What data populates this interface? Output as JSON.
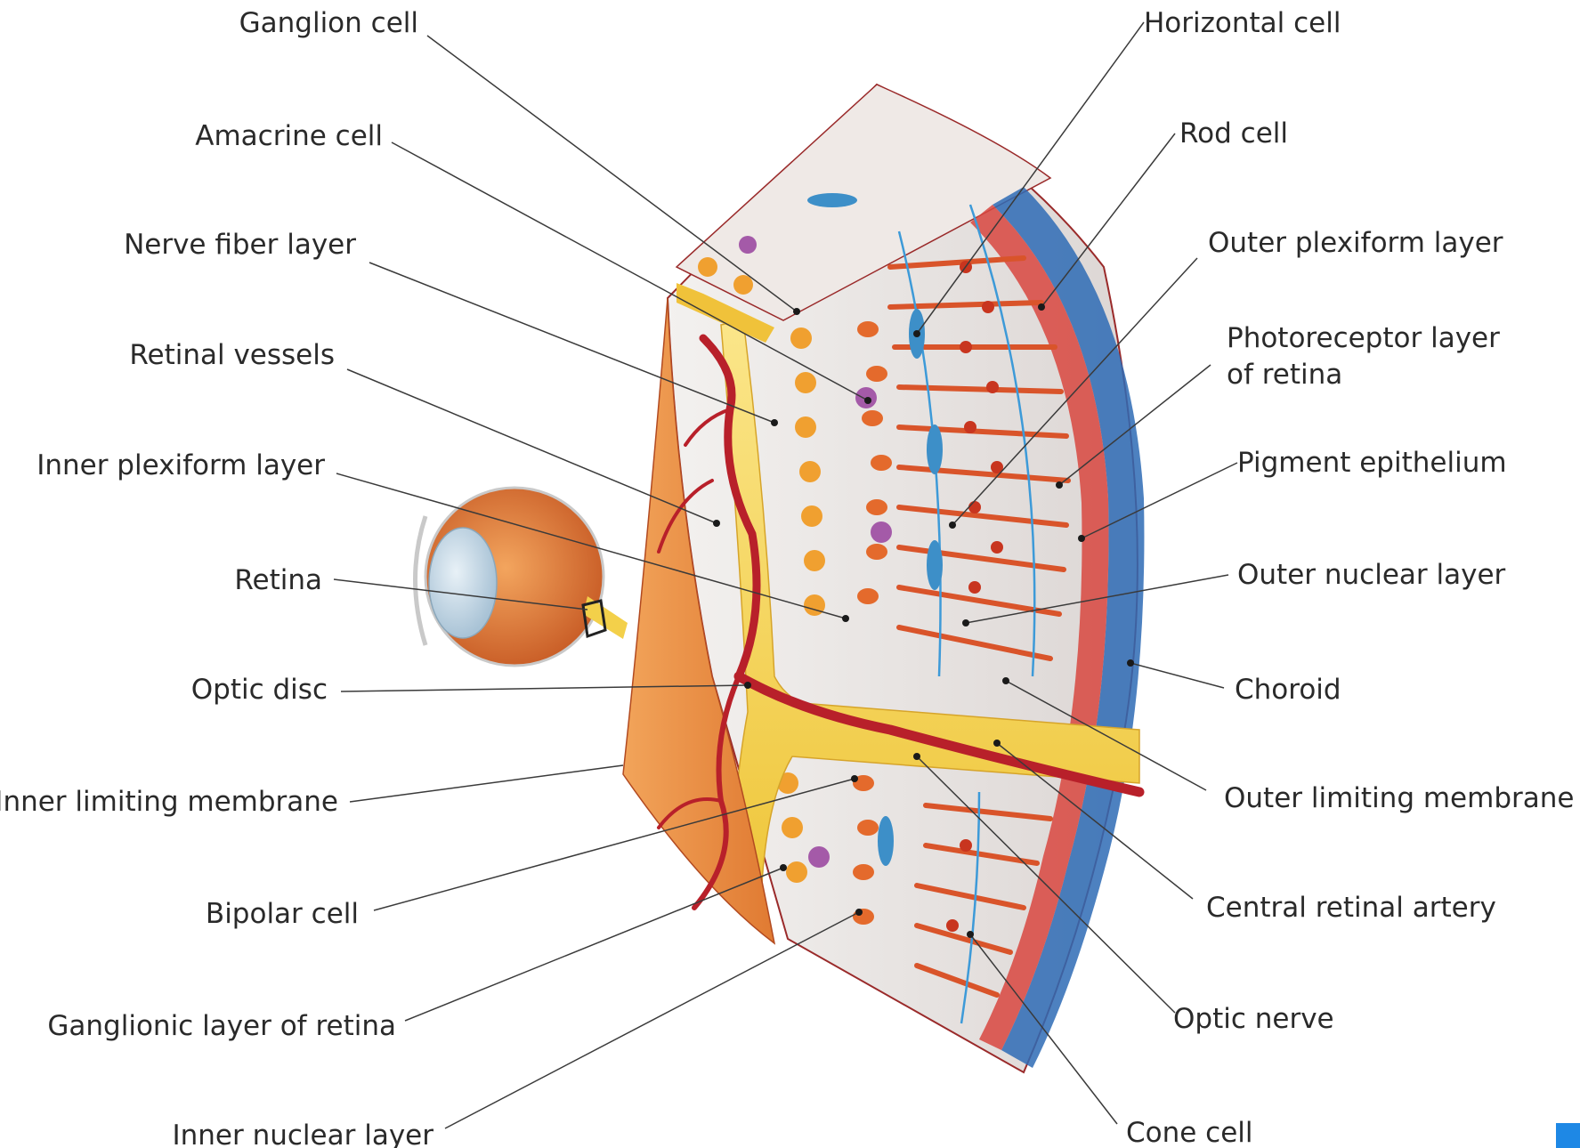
{
  "labels_left": [
    {
      "id": "ganglion-cell",
      "text": "Ganglion cell"
    },
    {
      "id": "amacrine-cell",
      "text": "Amacrine cell"
    },
    {
      "id": "nerve-fiber-layer",
      "text": "Nerve fiber layer"
    },
    {
      "id": "retinal-vessels",
      "text": "Retinal vessels"
    },
    {
      "id": "inner-plexiform-layer",
      "text": "Inner plexiform layer"
    },
    {
      "id": "retina",
      "text": "Retina"
    },
    {
      "id": "optic-disc",
      "text": "Optic disc"
    },
    {
      "id": "inner-limiting-membrane",
      "text": "Inner limiting membrane"
    },
    {
      "id": "bipolar-cell",
      "text": "Bipolar cell"
    },
    {
      "id": "ganglionic-layer",
      "text": "Ganglionic layer of retina"
    },
    {
      "id": "inner-nuclear-layer",
      "text": "Inner nuclear layer"
    }
  ],
  "labels_right": [
    {
      "id": "horizontal-cell",
      "text": "Horizontal cell"
    },
    {
      "id": "rod-cell",
      "text": "Rod cell"
    },
    {
      "id": "outer-plexiform-layer",
      "text": "Outer plexiform layer"
    },
    {
      "id": "photoreceptor-layer",
      "text": "Photoreceptor layer",
      "text2": "of retina"
    },
    {
      "id": "pigment-epithelium",
      "text": "Pigment epithelium"
    },
    {
      "id": "outer-nuclear-layer",
      "text": "Outer nuclear layer"
    },
    {
      "id": "choroid",
      "text": "Choroid"
    },
    {
      "id": "outer-limiting-membrane",
      "text": "Outer limiting membrane"
    },
    {
      "id": "central-retinal-artery",
      "text": "Central retinal artery"
    },
    {
      "id": "optic-nerve",
      "text": "Optic nerve"
    },
    {
      "id": "cone-cell",
      "text": "Cone cell"
    }
  ],
  "colors": {
    "choroid_blue": "#2e6bb5",
    "pigment_red": "#c8323a",
    "vessel_red": "#b8202a",
    "nerve_yellow": "#f6d64a",
    "ganglion_orange": "#f0a030",
    "photoreceptor_orange": "#d9542a",
    "tissue_bg": "#e9e6e4",
    "disc_orange": "#e8893c",
    "horizontal_blue": "#3d8fc8",
    "amacrine_purple": "#a45aa8"
  }
}
